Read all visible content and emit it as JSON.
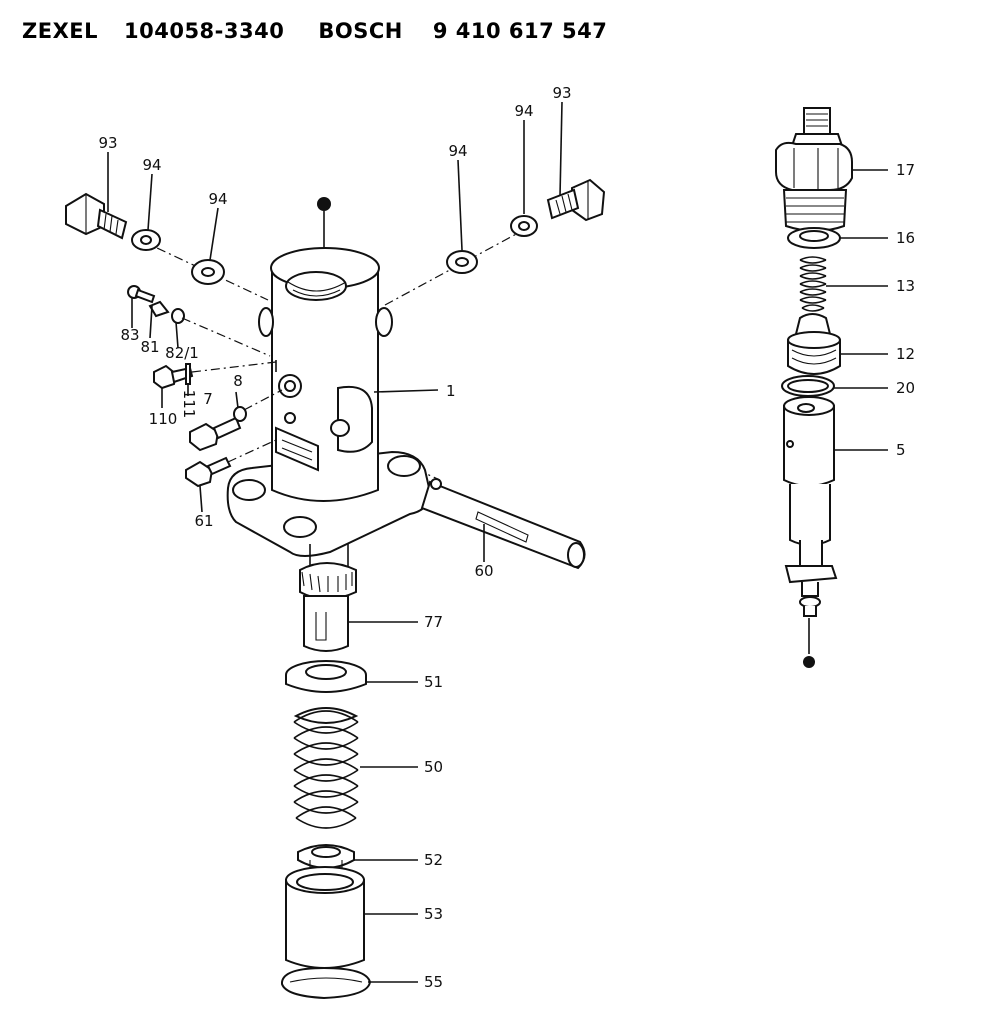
{
  "header": {
    "brand_a": "ZEXEL",
    "part_a": "104058-3340",
    "brand_b": "BOSCH",
    "part_b": "9 410 617 547"
  },
  "callouts": {
    "c93_left": "93",
    "c94_left_a": "94",
    "c94_left_b": "94",
    "c94_right_a": "94",
    "c94_right_b": "94",
    "c93_right": "93",
    "c83": "83",
    "c81": "81",
    "c82_1": "82/1",
    "c110": "110",
    "c111": "111",
    "c7": "7",
    "c8": "8",
    "c1": "1",
    "c61": "61",
    "c60": "60",
    "c77": "77",
    "c51": "51",
    "c50": "50",
    "c52": "52",
    "c53": "53",
    "c55": "55",
    "c17": "17",
    "c16": "16",
    "c13": "13",
    "c12": "12",
    "c20": "20",
    "c5": "5"
  }
}
